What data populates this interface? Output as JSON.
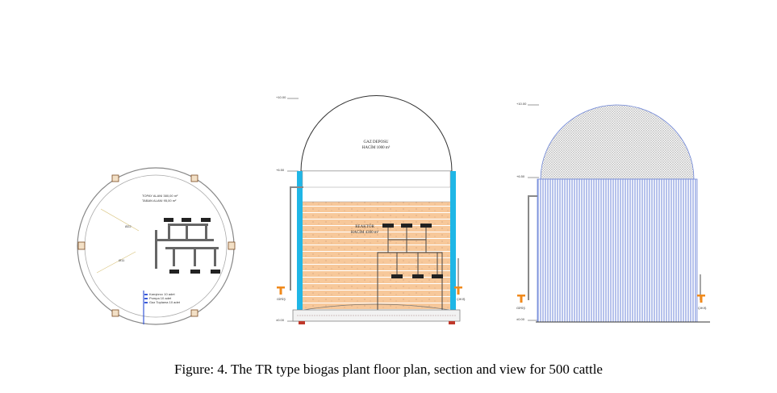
{
  "caption": "Figure: 4. The TR type biogas plant floor plan, section and view for 500 cattle",
  "floor_plan": {
    "area_line_1": "TOPAY ALANI 380,00 m²",
    "area_line_2": "TABAN ALANI 95,00 m²",
    "legend_1": "Karıştırıcı 10 adet",
    "legend_2": "Pompa 10 adet",
    "legend_3": "Gaz Toplama 10 adet",
    "dim_1": "Ø22",
    "dim_2": "Ø11"
  },
  "section": {
    "gas_label_1": "GAZ DEPOSU",
    "gas_label_2": "HACİM 1000 m³",
    "reactor_label_1": "REAKTÖR",
    "reactor_label_2": "HACİM 4300 m³",
    "level_top": "+10.00",
    "level_mid": "+6.50",
    "level_bottom": "±0.00",
    "inlet": "GİRİŞ",
    "outlet": "ÇIKIŞ"
  },
  "view": {
    "level_top": "+10.00",
    "level_mid": "+6.50",
    "level_bottom": "±0.00",
    "inlet": "GİRİŞ",
    "outlet": "ÇIKIŞ"
  },
  "colors": {
    "wall_cyan": "#1fb6e6",
    "fill_orange": "#f7c89a",
    "pipe_orange": "#f08a1c",
    "view_stripes": "#6e86d8",
    "dome_gray": "#cfcfcf"
  }
}
